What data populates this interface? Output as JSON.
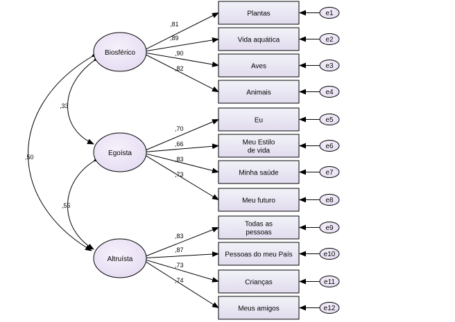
{
  "latent": {
    "biosferico": "Biosférico",
    "egoista": "Egoísta",
    "altruista": "Altruísta"
  },
  "items": [
    {
      "id": "plantas",
      "lines": [
        "Plantas"
      ],
      "error": "e1",
      "loading": ",81"
    },
    {
      "id": "vida-aquatica",
      "lines": [
        "Vida aquática"
      ],
      "error": "e2",
      "loading": ",89"
    },
    {
      "id": "aves",
      "lines": [
        "Aves"
      ],
      "error": "e3",
      "loading": ",90"
    },
    {
      "id": "animais",
      "lines": [
        "Animais"
      ],
      "error": "e4",
      "loading": ",82"
    },
    {
      "id": "eu",
      "lines": [
        "Eu"
      ],
      "error": "e5",
      "loading": ",70"
    },
    {
      "id": "meu-estilo-de-vida",
      "lines": [
        "Meu Estilo",
        "de vida"
      ],
      "error": "e6",
      "loading": ",66"
    },
    {
      "id": "minha-saude",
      "lines": [
        "Minha saúde"
      ],
      "error": "e7",
      "loading": ",83"
    },
    {
      "id": "meu-futuro",
      "lines": [
        "Meu futuro"
      ],
      "error": "e8",
      "loading": ",73"
    },
    {
      "id": "todas-as-pessoas",
      "lines": [
        "Todas as",
        "pessoas"
      ],
      "error": "e9",
      "loading": ",83"
    },
    {
      "id": "pessoas-do-meu-pais",
      "lines": [
        "Pessoas do meu País"
      ],
      "error": "e10",
      "loading": ",87"
    },
    {
      "id": "criancas",
      "lines": [
        "Crianças"
      ],
      "error": "e11",
      "loading": ",73"
    },
    {
      "id": "meus-amigos",
      "lines": [
        "Meus amigos"
      ],
      "error": "e12",
      "loading": ",74"
    }
  ],
  "correlations": {
    "biosferico_egoista": ",33",
    "egoista_altruista": ",55",
    "biosferico_altruista": ",50"
  },
  "colors": {
    "box_fill_top": "#f1f3f8",
    "box_fill_bottom": "#e2dbee",
    "ellipse_fill": "#ece4f6",
    "stroke": "#000000"
  }
}
